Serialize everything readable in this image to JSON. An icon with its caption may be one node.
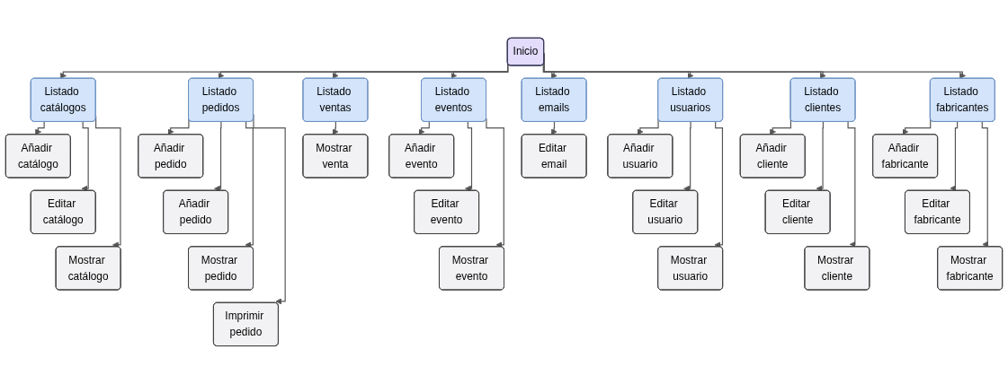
{
  "diagram": {
    "nodes": [
      {
        "text": [
          "Inicio"
        ]
      },
      {
        "text": [
          "Listado catálogos"
        ]
      },
      {
        "text": [
          "Añadir catálogo"
        ]
      },
      {
        "text": [
          "Editar catálogo"
        ]
      },
      {
        "text": [
          "Mostrar catálogo"
        ]
      },
      {
        "text": [
          "Listado pedidos"
        ]
      },
      {
        "text": [
          "Añadir pedido"
        ]
      },
      {
        "text": [
          "Añadir pedido"
        ]
      },
      {
        "text": [
          "Mostrar pedido"
        ]
      },
      {
        "text": [
          "Imprimir pedido"
        ]
      },
      {
        "text": [
          "Listado ventas"
        ]
      },
      {
        "text": [
          "Mostrar venta"
        ]
      },
      {
        "text": [
          "Listado eventos"
        ]
      },
      {
        "text": [
          "Añadir evento"
        ]
      },
      {
        "text": [
          "Editar evento"
        ]
      },
      {
        "text": [
          "Mostrar evento"
        ]
      },
      {
        "text": [
          "Listado emails"
        ]
      },
      {
        "text": [
          "Editar email"
        ]
      },
      {
        "text": [
          "Listado usuarios"
        ]
      },
      {
        "text": [
          "Añadir usuario"
        ]
      },
      {
        "text": [
          "Editar usuario"
        ]
      },
      {
        "text": [
          "Mostrar usuario"
        ]
      },
      {
        "text": [
          "Listado clientes"
        ]
      },
      {
        "text": [
          "Añadir cliente"
        ]
      },
      {
        "text": [
          "Editar cliente"
        ]
      },
      {
        "text": [
          "Mostrar cliente"
        ]
      },
      {
        "text": [
          "Listado fabricantes"
        ]
      },
      {
        "text": [
          "Añadir fabricante"
        ]
      },
      {
        "text": [
          "Editar fabricante"
        ]
      },
      {
        "text": [
          "Mostrar fabricante"
        ]
      }
    ],
    "edges": [
      {
        "from": 0,
        "to": 1,
        "arrow": "to"
      },
      {
        "from": 0,
        "to": 5,
        "arrow": "to"
      },
      {
        "from": 0,
        "to": 10,
        "arrow": "to"
      },
      {
        "from": 0,
        "to": 12,
        "arrow": "to"
      },
      {
        "from": 0,
        "to": 16,
        "arrow": "to"
      },
      {
        "from": 0,
        "to": 18,
        "arrow": "to"
      },
      {
        "from": 0,
        "to": 22,
        "arrow": "to"
      },
      {
        "from": 0,
        "to": 26,
        "arrow": "to"
      },
      {
        "from": 1,
        "to": 2,
        "arrow": "to"
      },
      {
        "from": 1,
        "to": 3,
        "arrow": "to"
      },
      {
        "from": 1,
        "to": 4,
        "arrow": "to"
      },
      {
        "from": 5,
        "to": 6,
        "arrow": "to"
      },
      {
        "from": 5,
        "to": 7,
        "arrow": "to"
      },
      {
        "from": 5,
        "to": 8,
        "arrow": "to"
      },
      {
        "from": 5,
        "to": 9,
        "arrow": "to"
      },
      {
        "from": 10,
        "to": 11,
        "arrow": "to"
      },
      {
        "from": 12,
        "to": 13,
        "arrow": "to"
      },
      {
        "from": 12,
        "to": 14,
        "arrow": "to"
      },
      {
        "from": 12,
        "to": 15,
        "arrow": "to"
      },
      {
        "from": 16,
        "to": 17,
        "arrow": "to"
      },
      {
        "from": 18,
        "to": 19,
        "arrow": "to"
      },
      {
        "from": 18,
        "to": 20,
        "arrow": "to"
      },
      {
        "from": 18,
        "to": 21,
        "arrow": "to"
      },
      {
        "from": 22,
        "to": 23,
        "arrow": "to"
      },
      {
        "from": 22,
        "to": 24,
        "arrow": "to"
      },
      {
        "from": 22,
        "to": 25,
        "arrow": "to"
      },
      {
        "from": 26,
        "to": 27,
        "arrow": "to"
      },
      {
        "from": 26,
        "to": 28,
        "arrow": "to"
      },
      {
        "from": 26,
        "to": 29,
        "arrow": "to"
      }
    ]
  }
}
